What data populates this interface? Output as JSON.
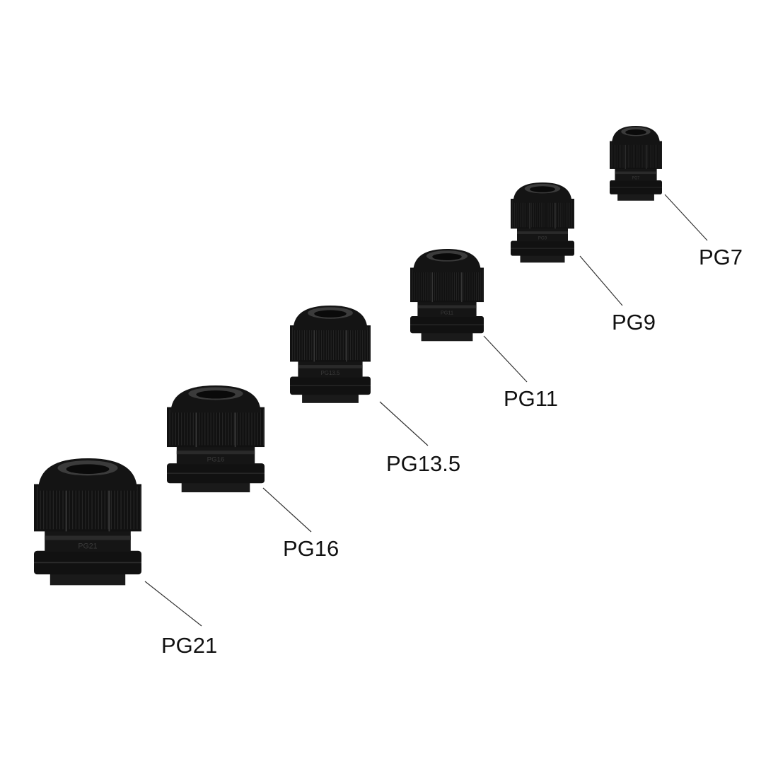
{
  "product": {
    "color": "#111111",
    "glands": [
      {
        "label": "PG21",
        "emboss": "PG21"
      },
      {
        "label": "PG16",
        "emboss": "PG16"
      },
      {
        "label": "PG13.5",
        "emboss": "PG13.5"
      },
      {
        "label": "PG11",
        "emboss": "PG11"
      },
      {
        "label": "PG9",
        "emboss": "PG9"
      },
      {
        "label": "PG7",
        "emboss": "PG7"
      }
    ]
  }
}
